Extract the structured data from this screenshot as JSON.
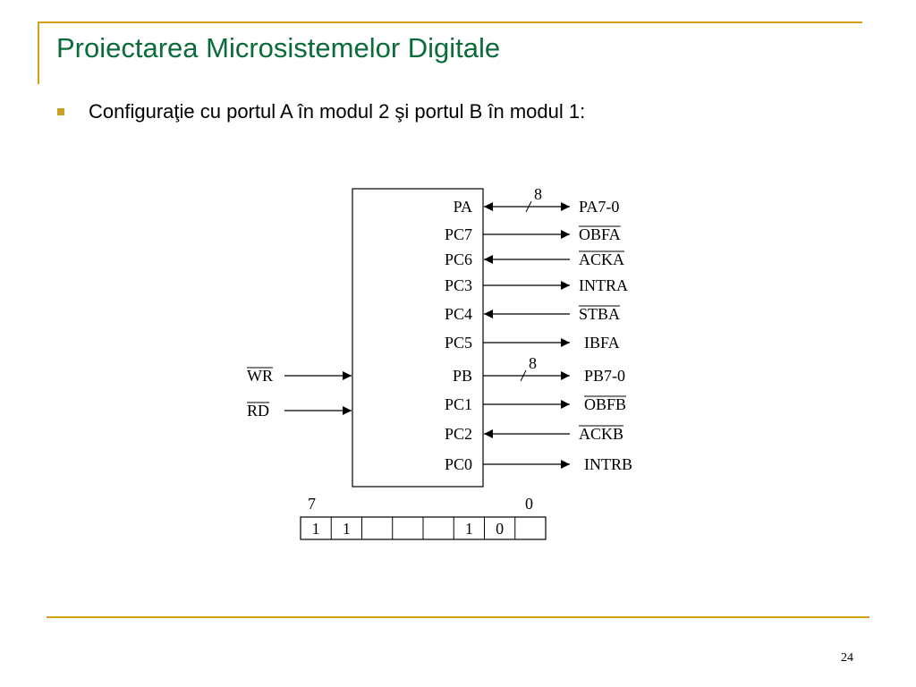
{
  "slide": {
    "title": "Proiectarea Microsistemelor Digitale",
    "bullet": "Configuraţie cu portul A în modul 2 şi portul B în modul 1:",
    "page_number": "24"
  },
  "diagram": {
    "left_inputs": [
      {
        "label": "WR",
        "overline": true
      },
      {
        "label": "RD",
        "overline": true
      }
    ],
    "pins": [
      {
        "pin": "PA",
        "signal": "PA7-0",
        "dir": "bi",
        "bus": "8",
        "overline": false
      },
      {
        "pin": "PC7",
        "signal": "OBFA",
        "dir": "out",
        "overline": true
      },
      {
        "pin": "PC6",
        "signal": "ACKA",
        "dir": "in",
        "overline": true
      },
      {
        "pin": "PC3",
        "signal": "INTRA",
        "dir": "out",
        "overline": false
      },
      {
        "pin": "PC4",
        "signal": "STBA",
        "dir": "in",
        "overline": true
      },
      {
        "pin": "PC5",
        "signal": "IBFA",
        "dir": "out",
        "overline": false
      },
      {
        "pin": "PB",
        "signal": "PB7-0",
        "dir": "out",
        "bus": "8",
        "overline": false
      },
      {
        "pin": "PC1",
        "signal": "OBFB",
        "dir": "out",
        "overline": true
      },
      {
        "pin": "PC2",
        "signal": "ACKB",
        "dir": "in",
        "overline": true
      },
      {
        "pin": "PC0",
        "signal": "INTRB",
        "dir": "out",
        "overline": false
      }
    ],
    "register": {
      "msb_label": "7",
      "lsb_label": "0",
      "cells": [
        "1",
        "1",
        "",
        "",
        "",
        "1",
        "0",
        ""
      ]
    }
  },
  "colors": {
    "title": "#0b6b3a",
    "accent": "#d4a017",
    "bullet": "#c9a227"
  }
}
